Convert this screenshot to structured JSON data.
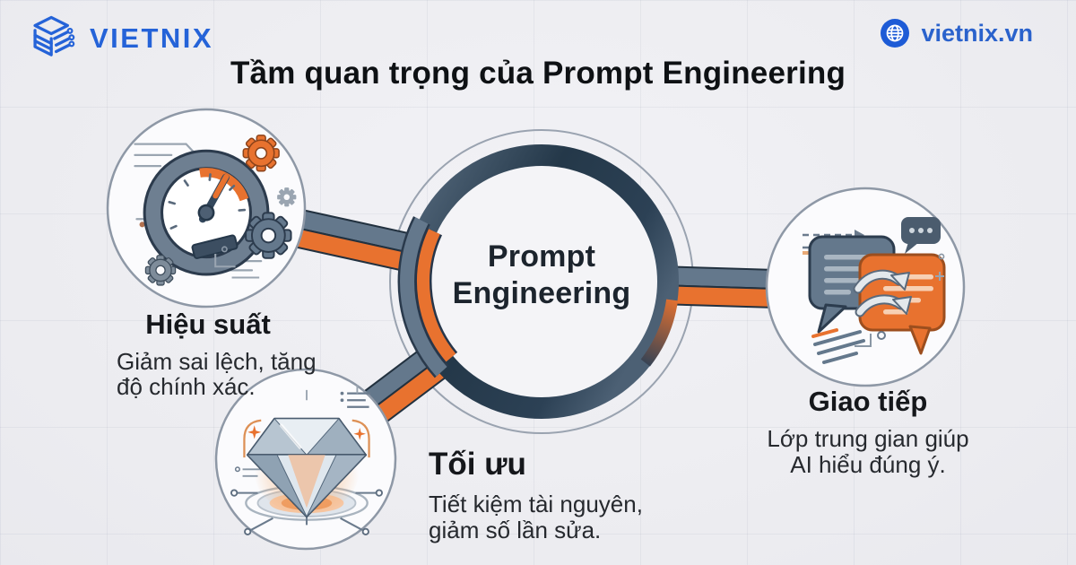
{
  "header": {
    "brand": "VIETNIX",
    "brand_icon": "stacked-layers-circuit-icon",
    "website": "vietnix.vn",
    "website_icon": "globe-icon",
    "brand_color": "#2563D8"
  },
  "title": "Tầm quan trọng của Prompt Engineering",
  "center": {
    "label_lines": [
      "Prompt",
      "Engineering"
    ]
  },
  "nodes": [
    {
      "id": "performance",
      "icon": "speedometer-gears-illustration",
      "label": "Hiệu suất",
      "desc_lines": [
        "Giảm sai lệch, tăng",
        "độ chính xác."
      ]
    },
    {
      "id": "optimization",
      "icon": "diamond-illustration",
      "label": "Tối ưu",
      "desc_lines": [
        "Tiết kiệm tài nguyên,",
        "giảm số lần sửa."
      ]
    },
    {
      "id": "communication",
      "icon": "chat-bubbles-exchange-illustration",
      "label": "Giao tiếp",
      "desc_lines": [
        "Lớp trung gian giúp",
        "AI hiểu đúng ý."
      ]
    }
  ],
  "colors": {
    "accent_orange": "#E8722F",
    "slate": "#64788C",
    "ring_dark": "#22364A",
    "brand_blue": "#2563D8",
    "text_dark": "#15171B",
    "background": "#EDEDF1"
  }
}
